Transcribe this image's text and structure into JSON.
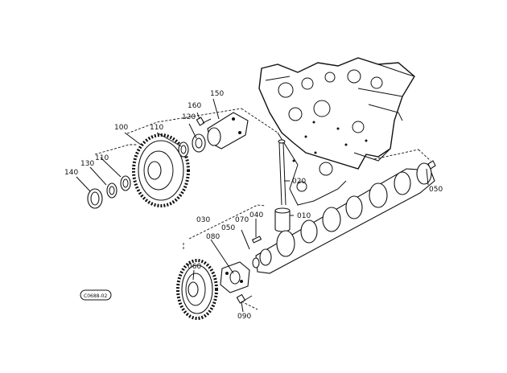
{
  "diagram": {
    "colors": {
      "ink": "#111111",
      "background": "#ffffff"
    },
    "part_labels": {
      "p010": "010",
      "p020": "020",
      "p030": "030",
      "p040": "040",
      "p050a": "050",
      "p050b": "050",
      "p060": "060",
      "p070": "070",
      "p080": "080",
      "p090": "090",
      "p100": "100",
      "p110a": "110",
      "p110b": "110",
      "p120": "120",
      "p130": "130",
      "p140": "140",
      "p150": "150",
      "p160": "160"
    },
    "figure_code": "C0688-02"
  }
}
